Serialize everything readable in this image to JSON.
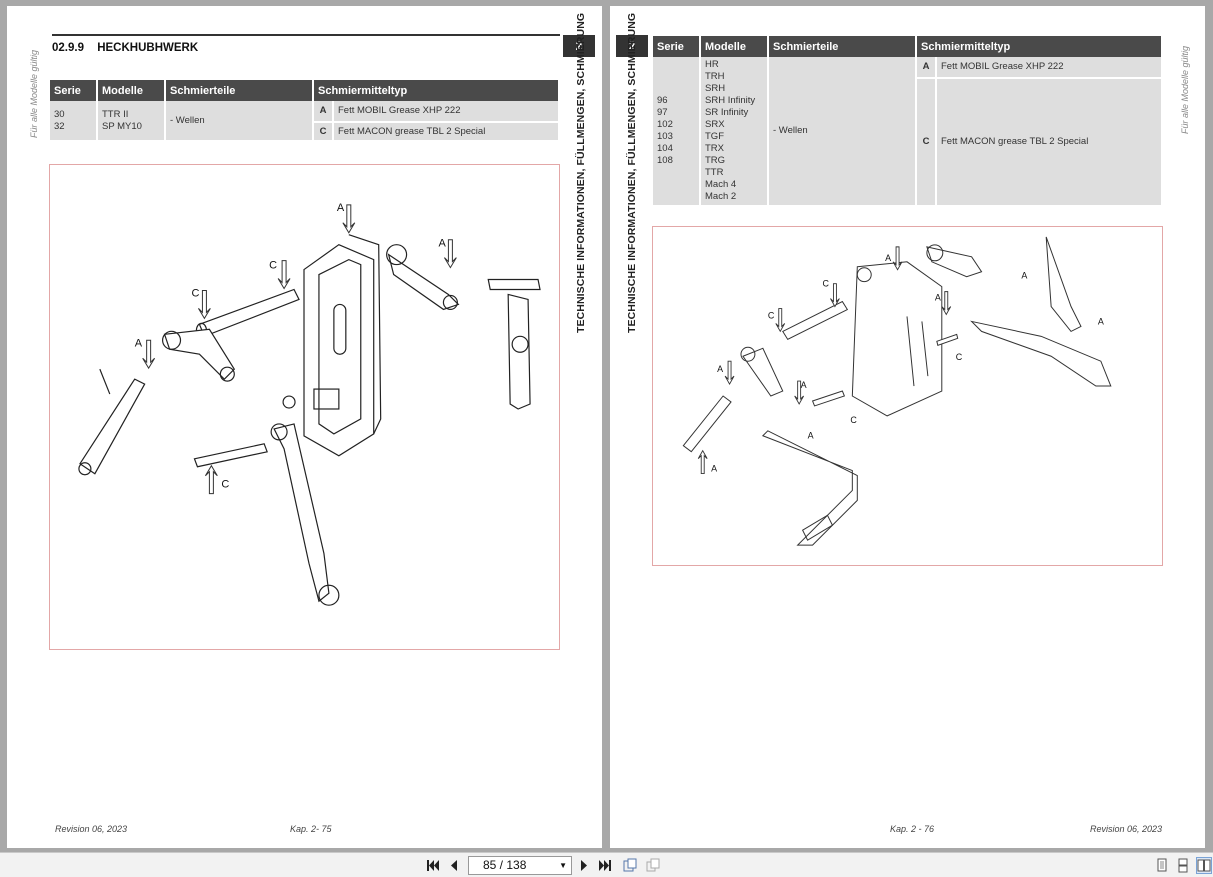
{
  "left_page": {
    "side_note": "Für alle Modelle gültig",
    "chapter_number": "2",
    "vertical_title": "TECHNISCHE INFORMATIONEN, FÜLLMENGEN, SCHMIERUNG",
    "section_number": "02.9.9",
    "section_title": "HECKHUBHWERK",
    "table": {
      "headers": [
        "Serie",
        "Modelle",
        "Schmierteile",
        "Schmiermitteltyp"
      ],
      "series": [
        "30",
        "32"
      ],
      "models": [
        "TTR II",
        "SP MY10"
      ],
      "parts": "- Wellen",
      "lubricants": [
        {
          "code": "A",
          "name": "Fett MOBIL Grease XHP 222"
        },
        {
          "code": "C",
          "name": "Fett MACON grease TBL 2 Special"
        }
      ]
    },
    "figure_labels": {
      "a": "A",
      "c": "C"
    },
    "footer_left": "Revision 06, 2023",
    "footer_center": "Kap. 2- 75"
  },
  "right_page": {
    "side_note": "Für alle Modelle gültig",
    "chapter_number": "2",
    "vertical_title": "TECHNISCHE INFORMATIONEN, FÜLLMENGEN, SCHMIERUNG",
    "table": {
      "headers": [
        "Serie",
        "Modelle",
        "Schmierteile",
        "Schmiermitteltyp"
      ],
      "series": [
        "96",
        "97",
        "102",
        "103",
        "104",
        "108"
      ],
      "models": [
        "HR",
        "TRH",
        "SRH",
        "SRH Infinity",
        "SR Infinity",
        "SRX",
        "TGF",
        "TRX",
        "TRG",
        "TTR",
        "Mach 4",
        "Mach 2"
      ],
      "parts": "- Wellen",
      "lubricants": [
        {
          "code": "A",
          "name": "Fett MOBIL Grease XHP 222"
        },
        {
          "code": "C",
          "name": "Fett MACON grease TBL 2 Special"
        }
      ]
    },
    "figure_labels": {
      "a": "A",
      "c": "C"
    },
    "footer_center": "Kap. 2 - 76",
    "footer_right": "Revision 06, 2023"
  },
  "toolbar": {
    "page_indicator": "85 / 138",
    "first_page_icon": "first-page-icon",
    "prev_page_icon": "prev-page-icon",
    "next_page_icon": "next-page-icon",
    "last_page_icon": "last-page-icon"
  }
}
